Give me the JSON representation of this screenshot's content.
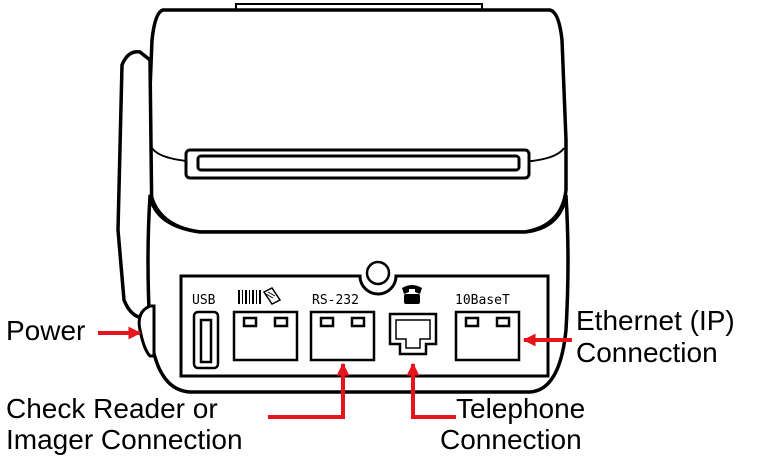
{
  "colors": {
    "arrow": "#e8141b",
    "outline": "#000000",
    "body_fill": "#ffffff",
    "panel_fill": "#ffffff"
  },
  "ports": {
    "usb": "USB",
    "rs232": "RS-232",
    "ethernet": "10BaseT"
  },
  "icons": {
    "barcode_check": "barcode-check-icon",
    "telephone": "telephone-icon"
  },
  "callouts": {
    "power": "Power",
    "ethernet_line1": "Ethernet (IP)",
    "ethernet_line2": "Connection",
    "check_line1": "Check Reader or",
    "check_line2": "Imager Connection",
    "phone_line1": "Telephone",
    "phone_line2": "Connection"
  }
}
